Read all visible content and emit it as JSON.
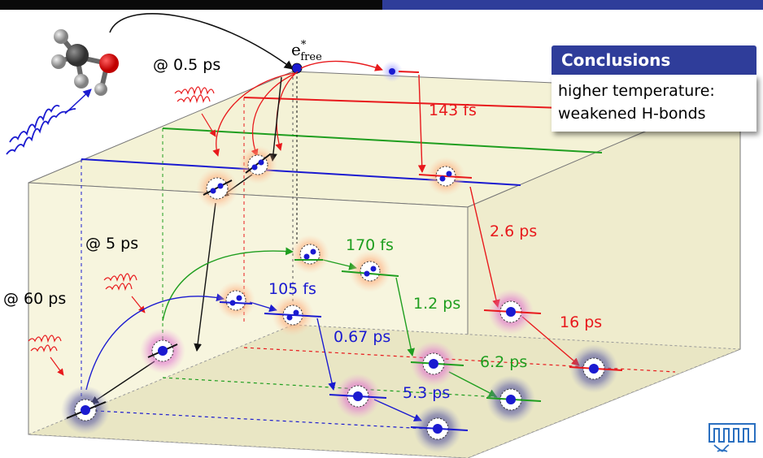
{
  "conclusions": {
    "title": "Conclusions",
    "line1": "higher temperature:",
    "line2": "weakened H-bonds"
  },
  "free_electron": {
    "base": "e",
    "sup": "*",
    "sub": "free"
  },
  "pulse_labels": {
    "p05": "@ 0.5 ps",
    "p5": "@ 5 ps",
    "p60": "@ 60 ps"
  },
  "red_path": {
    "t1": "143 fs",
    "t2": "2.6 ps",
    "t3": "16 ps"
  },
  "green_path": {
    "t1": "170 fs",
    "t2": "1.2 ps",
    "t3": "6.2 ps"
  },
  "blue_path": {
    "t1": "105 fs",
    "t2": "0.67 ps",
    "t3": "5.3 ps"
  },
  "colors": {
    "red": "#e8191c",
    "green": "#1f9e1f",
    "blue": "#1a1ad0",
    "box_fill": "#f4f2d6",
    "header_blue": "#2f3d9a"
  },
  "icons": {
    "molecule": "methanol-molecule-icon",
    "logo": "tum-logo-icon",
    "pulse": "laser-pulse-icon"
  }
}
